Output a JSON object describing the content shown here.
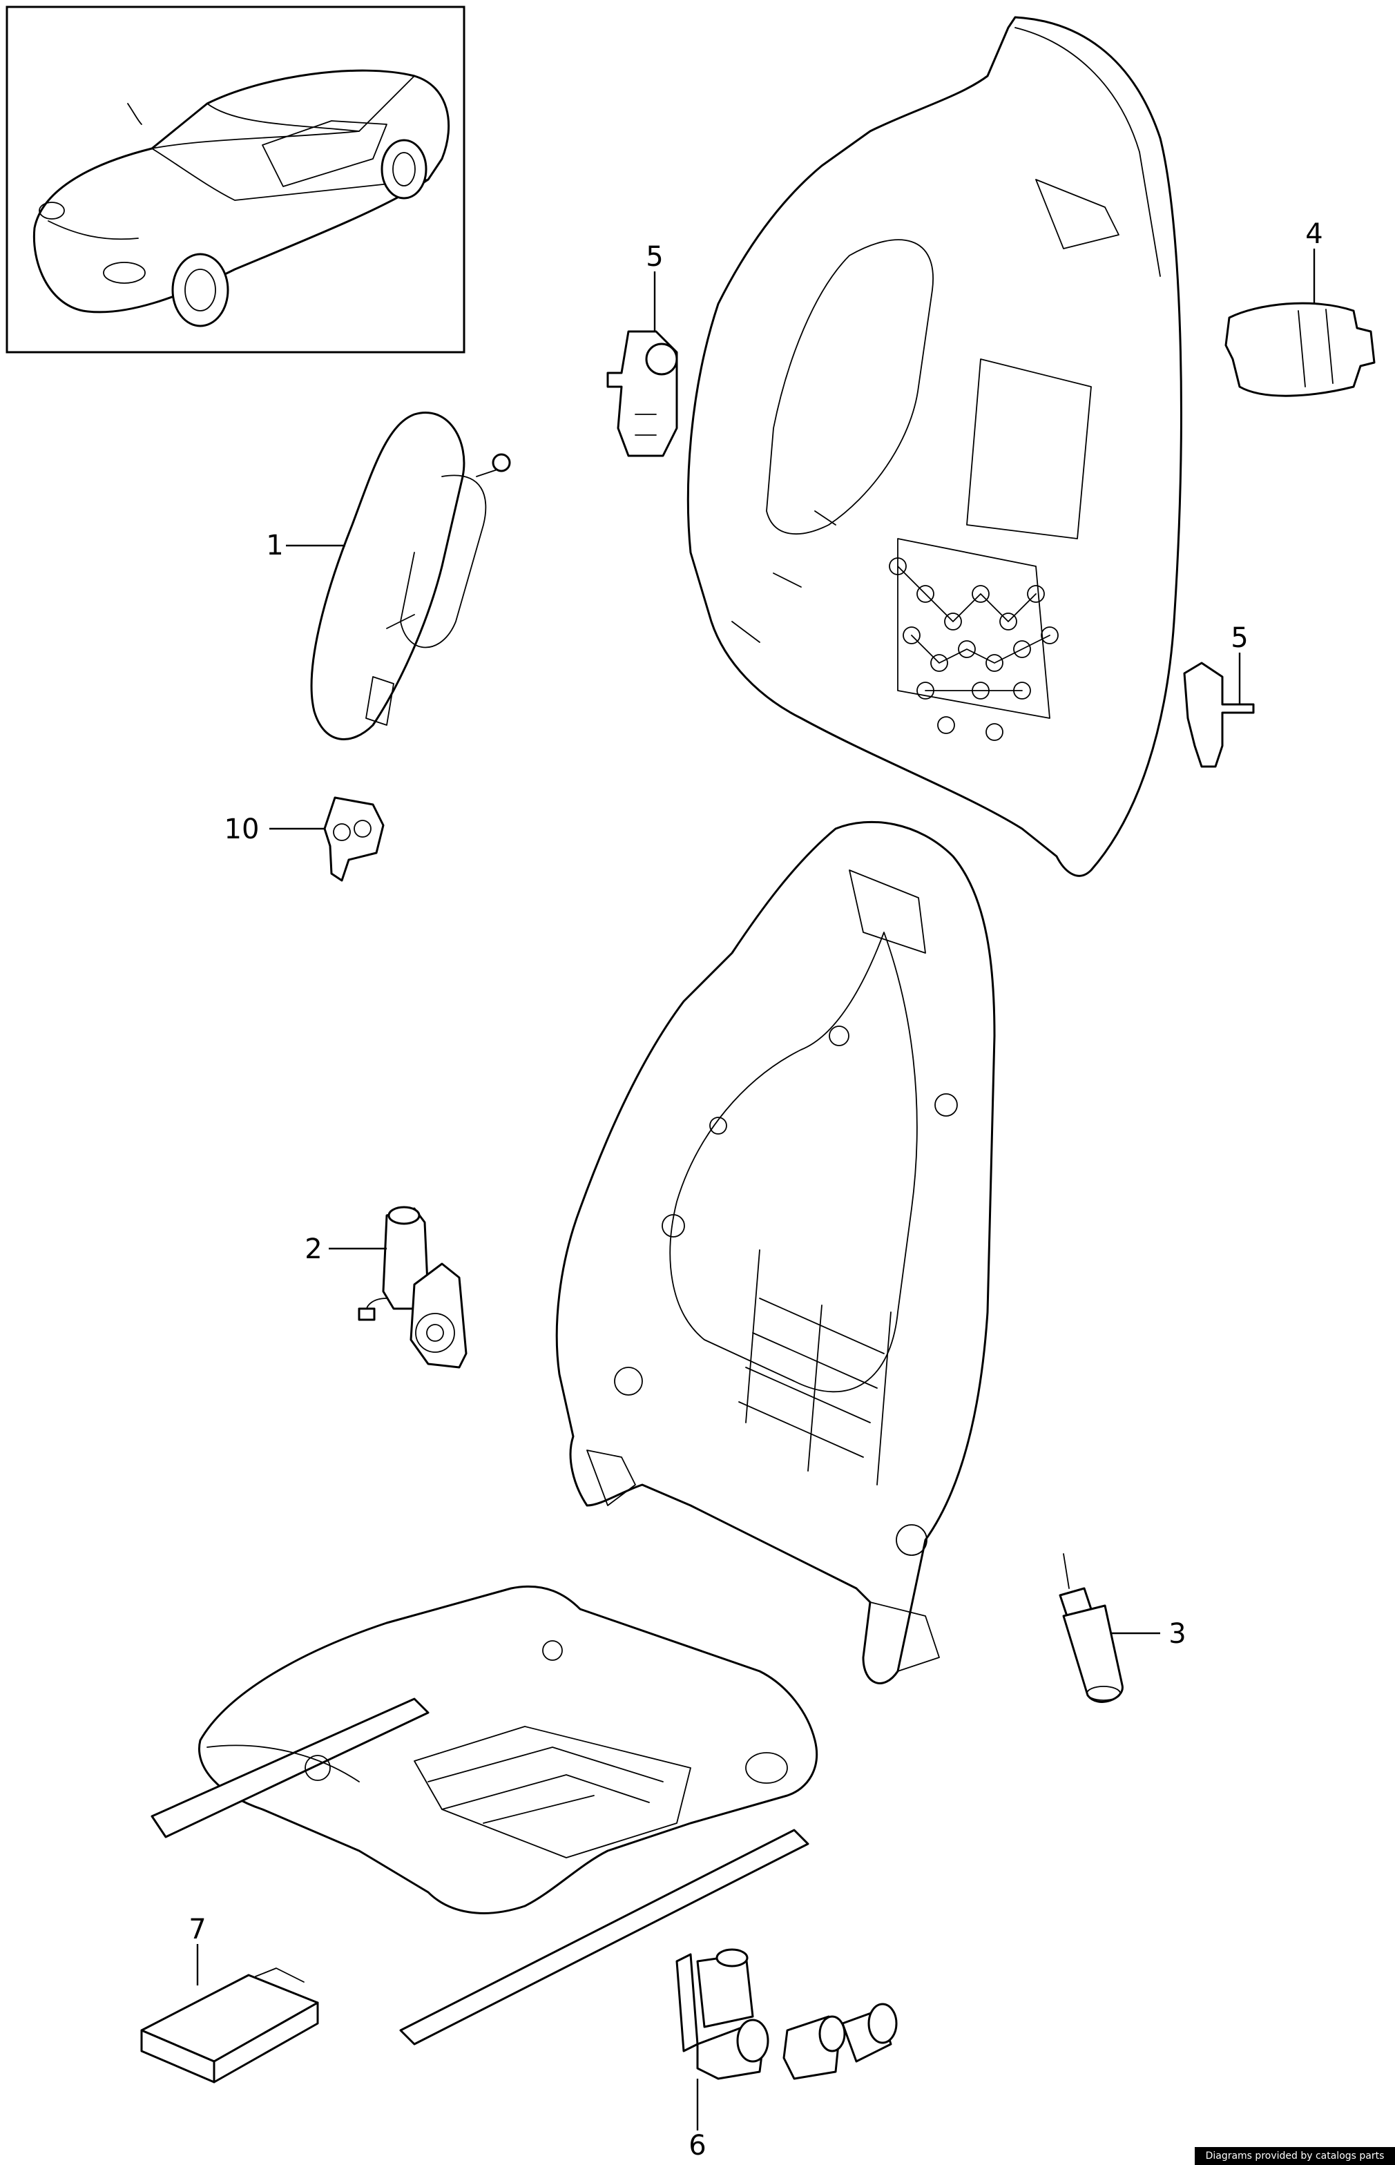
{
  "callouts": [
    {
      "id": "callout-1",
      "label": "1"
    },
    {
      "id": "callout-2",
      "label": "2"
    },
    {
      "id": "callout-3",
      "label": "3"
    },
    {
      "id": "callout-4",
      "label": "4"
    },
    {
      "id": "callout-5a",
      "label": "5"
    },
    {
      "id": "callout-5b",
      "label": "5"
    },
    {
      "id": "callout-6",
      "label": "6"
    },
    {
      "id": "callout-7",
      "label": "7"
    },
    {
      "id": "callout-10",
      "label": "10"
    }
  ],
  "footer": {
    "credit": "Diagrams provided by catalogs parts"
  }
}
